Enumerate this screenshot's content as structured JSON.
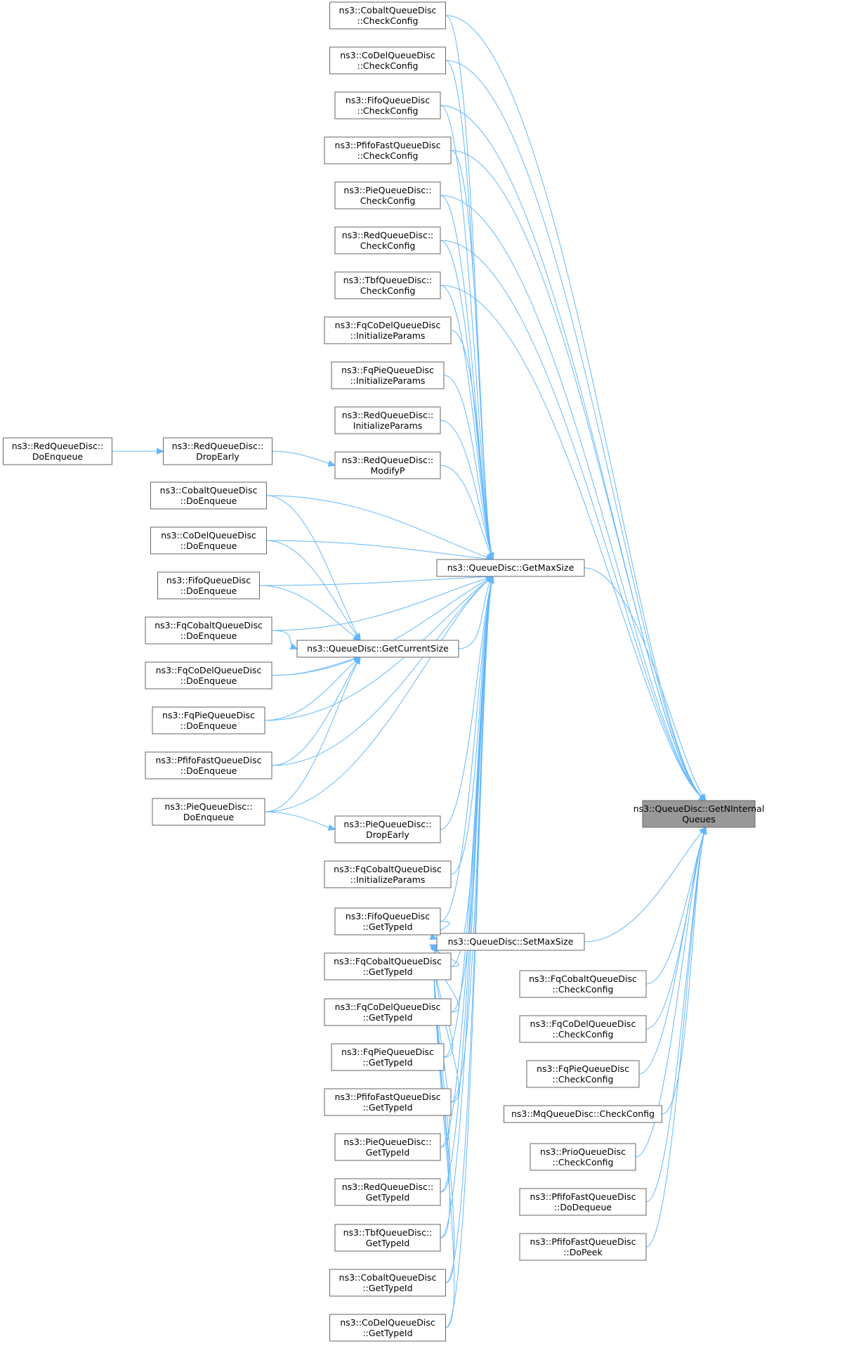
{
  "graph": {
    "nodes": [
      {
        "id": "target",
        "lines": [
          "ns3::QueueDisc::GetNInternal",
          "Queues"
        ],
        "focus": true
      },
      {
        "id": "getmaxsize",
        "lines": [
          "ns3::QueueDisc::GetMaxSize"
        ]
      },
      {
        "id": "setmaxsize",
        "lines": [
          "ns3::QueueDisc::SetMaxSize"
        ]
      },
      {
        "id": "getcurrentsize",
        "lines": [
          "ns3::QueueDisc::GetCurrentSize"
        ]
      },
      {
        "id": "cobalt_check",
        "lines": [
          "ns3::CobaltQueueDisc",
          "::CheckConfig"
        ]
      },
      {
        "id": "codel_check",
        "lines": [
          "ns3::CoDelQueueDisc",
          "::CheckConfig"
        ]
      },
      {
        "id": "fifo_check",
        "lines": [
          "ns3::FifoQueueDisc",
          "::CheckConfig"
        ]
      },
      {
        "id": "pfifo_check",
        "lines": [
          "ns3::PfifoFastQueueDisc",
          "::CheckConfig"
        ]
      },
      {
        "id": "pie_check",
        "lines": [
          "ns3::PieQueueDisc::",
          "CheckConfig"
        ]
      },
      {
        "id": "red_check",
        "lines": [
          "ns3::RedQueueDisc::",
          "CheckConfig"
        ]
      },
      {
        "id": "tbf_check",
        "lines": [
          "ns3::TbfQueueDisc::",
          "CheckConfig"
        ]
      },
      {
        "id": "fqcodel_init",
        "lines": [
          "ns3::FqCoDelQueueDisc",
          "::InitializeParams"
        ]
      },
      {
        "id": "fqpie_init",
        "lines": [
          "ns3::FqPieQueueDisc",
          "::InitializeParams"
        ]
      },
      {
        "id": "red_init",
        "lines": [
          "ns3::RedQueueDisc::",
          "InitializeParams"
        ]
      },
      {
        "id": "red_modifyp",
        "lines": [
          "ns3::RedQueueDisc::",
          "ModifyP"
        ]
      },
      {
        "id": "red_dropearly",
        "lines": [
          "ns3::RedQueueDisc::",
          "DropEarly"
        ]
      },
      {
        "id": "red_doenqueue",
        "lines": [
          "ns3::RedQueueDisc::",
          "DoEnqueue"
        ]
      },
      {
        "id": "cobalt_enq",
        "lines": [
          "ns3::CobaltQueueDisc",
          "::DoEnqueue"
        ]
      },
      {
        "id": "codel_enq",
        "lines": [
          "ns3::CoDelQueueDisc",
          "::DoEnqueue"
        ]
      },
      {
        "id": "fifo_enq",
        "lines": [
          "ns3::FifoQueueDisc",
          "::DoEnqueue"
        ]
      },
      {
        "id": "fqcobalt_enq",
        "lines": [
          "ns3::FqCobaltQueueDisc",
          "::DoEnqueue"
        ]
      },
      {
        "id": "fqcodel_enq",
        "lines": [
          "ns3::FqCoDelQueueDisc",
          "::DoEnqueue"
        ]
      },
      {
        "id": "fqpie_enq",
        "lines": [
          "ns3::FqPieQueueDisc",
          "::DoEnqueue"
        ]
      },
      {
        "id": "pfifo_enq",
        "lines": [
          "ns3::PfifoFastQueueDisc",
          "::DoEnqueue"
        ]
      },
      {
        "id": "pie_enq",
        "lines": [
          "ns3::PieQueueDisc::",
          "DoEnqueue"
        ]
      },
      {
        "id": "pie_dropearly",
        "lines": [
          "ns3::PieQueueDisc::",
          "DropEarly"
        ]
      },
      {
        "id": "fqcobalt_init",
        "lines": [
          "ns3::FqCobaltQueueDisc",
          "::InitializeParams"
        ]
      },
      {
        "id": "fifo_gti",
        "lines": [
          "ns3::FifoQueueDisc",
          "::GetTypeId"
        ]
      },
      {
        "id": "fqcobalt_gti",
        "lines": [
          "ns3::FqCobaltQueueDisc",
          "::GetTypeId"
        ]
      },
      {
        "id": "fqcodel_gti",
        "lines": [
          "ns3::FqCoDelQueueDisc",
          "::GetTypeId"
        ]
      },
      {
        "id": "fqpie_gti",
        "lines": [
          "ns3::FqPieQueueDisc",
          "::GetTypeId"
        ]
      },
      {
        "id": "pfifo_gti",
        "lines": [
          "ns3::PfifoFastQueueDisc",
          "::GetTypeId"
        ]
      },
      {
        "id": "pie_gti",
        "lines": [
          "ns3::PieQueueDisc::",
          "GetTypeId"
        ]
      },
      {
        "id": "red_gti",
        "lines": [
          "ns3::RedQueueDisc::",
          "GetTypeId"
        ]
      },
      {
        "id": "tbf_gti",
        "lines": [
          "ns3::TbfQueueDisc::",
          "GetTypeId"
        ]
      },
      {
        "id": "cobalt_gti",
        "lines": [
          "ns3::CobaltQueueDisc",
          "::GetTypeId"
        ]
      },
      {
        "id": "codel_gti",
        "lines": [
          "ns3::CoDelQueueDisc",
          "::GetTypeId"
        ]
      },
      {
        "id": "fqcobalt_check",
        "lines": [
          "ns3::FqCobaltQueueDisc",
          "::CheckConfig"
        ]
      },
      {
        "id": "fqcodel_check",
        "lines": [
          "ns3::FqCoDelQueueDisc",
          "::CheckConfig"
        ]
      },
      {
        "id": "fqpie_check",
        "lines": [
          "ns3::FqPieQueueDisc",
          "::CheckConfig"
        ]
      },
      {
        "id": "mq_check",
        "lines": [
          "ns3::MqQueueDisc::CheckConfig"
        ]
      },
      {
        "id": "prio_check",
        "lines": [
          "ns3::PrioQueueDisc",
          "::CheckConfig"
        ]
      },
      {
        "id": "pfifo_deq",
        "lines": [
          "ns3::PfifoFastQueueDisc",
          "::DoDequeue"
        ]
      },
      {
        "id": "pfifo_peek",
        "lines": [
          "ns3::PfifoFastQueueDisc",
          "::DoPeek"
        ]
      }
    ],
    "edges": [
      [
        "getmaxsize",
        "target"
      ],
      [
        "setmaxsize",
        "target"
      ],
      [
        "cobalt_check",
        "target"
      ],
      [
        "codel_check",
        "target"
      ],
      [
        "fifo_check",
        "target"
      ],
      [
        "pfifo_check",
        "target"
      ],
      [
        "pie_check",
        "target"
      ],
      [
        "red_check",
        "target"
      ],
      [
        "tbf_check",
        "target"
      ],
      [
        "fqcobalt_check",
        "target"
      ],
      [
        "fqcodel_check",
        "target"
      ],
      [
        "fqpie_check",
        "target"
      ],
      [
        "mq_check",
        "target"
      ],
      [
        "prio_check",
        "target"
      ],
      [
        "pfifo_deq",
        "target"
      ],
      [
        "pfifo_peek",
        "target"
      ],
      [
        "getcurrentsize",
        "getmaxsize"
      ],
      [
        "cobalt_check",
        "getmaxsize"
      ],
      [
        "codel_check",
        "getmaxsize"
      ],
      [
        "fifo_check",
        "getmaxsize"
      ],
      [
        "pfifo_check",
        "getmaxsize"
      ],
      [
        "pie_check",
        "getmaxsize"
      ],
      [
        "red_check",
        "getmaxsize"
      ],
      [
        "tbf_check",
        "getmaxsize"
      ],
      [
        "fqcodel_init",
        "getmaxsize"
      ],
      [
        "fqpie_init",
        "getmaxsize"
      ],
      [
        "red_init",
        "getmaxsize"
      ],
      [
        "red_modifyp",
        "getmaxsize"
      ],
      [
        "cobalt_enq",
        "getmaxsize"
      ],
      [
        "codel_enq",
        "getmaxsize"
      ],
      [
        "fifo_enq",
        "getmaxsize"
      ],
      [
        "fqcobalt_enq",
        "getmaxsize"
      ],
      [
        "fqcodel_enq",
        "getmaxsize"
      ],
      [
        "fqpie_enq",
        "getmaxsize"
      ],
      [
        "pfifo_enq",
        "getmaxsize"
      ],
      [
        "pie_enq",
        "getmaxsize"
      ],
      [
        "pie_dropearly",
        "getmaxsize"
      ],
      [
        "fqcobalt_init",
        "getmaxsize"
      ],
      [
        "fifo_gti",
        "getmaxsize"
      ],
      [
        "fqcobalt_gti",
        "getmaxsize"
      ],
      [
        "fqcodel_gti",
        "getmaxsize"
      ],
      [
        "fqpie_gti",
        "getmaxsize"
      ],
      [
        "pfifo_gti",
        "getmaxsize"
      ],
      [
        "pie_gti",
        "getmaxsize"
      ],
      [
        "red_gti",
        "getmaxsize"
      ],
      [
        "tbf_gti",
        "getmaxsize"
      ],
      [
        "cobalt_gti",
        "getmaxsize"
      ],
      [
        "codel_gti",
        "getmaxsize"
      ],
      [
        "fifo_gti",
        "setmaxsize"
      ],
      [
        "fqcobalt_gti",
        "setmaxsize"
      ],
      [
        "fqcodel_gti",
        "setmaxsize"
      ],
      [
        "fqpie_gti",
        "setmaxsize"
      ],
      [
        "pfifo_gti",
        "setmaxsize"
      ],
      [
        "pie_gti",
        "setmaxsize"
      ],
      [
        "red_gti",
        "setmaxsize"
      ],
      [
        "tbf_gti",
        "setmaxsize"
      ],
      [
        "cobalt_gti",
        "setmaxsize"
      ],
      [
        "codel_gti",
        "setmaxsize"
      ],
      [
        "cobalt_enq",
        "getcurrentsize"
      ],
      [
        "codel_enq",
        "getcurrentsize"
      ],
      [
        "fifo_enq",
        "getcurrentsize"
      ],
      [
        "fqcobalt_enq",
        "getcurrentsize"
      ],
      [
        "fqcodel_enq",
        "getcurrentsize"
      ],
      [
        "fqpie_enq",
        "getcurrentsize"
      ],
      [
        "pfifo_enq",
        "getcurrentsize"
      ],
      [
        "pie_enq",
        "getcurrentsize"
      ],
      [
        "red_dropearly",
        "red_modifyp"
      ],
      [
        "red_doenqueue",
        "red_dropearly"
      ],
      [
        "pie_enq",
        "pie_dropearly"
      ]
    ]
  }
}
